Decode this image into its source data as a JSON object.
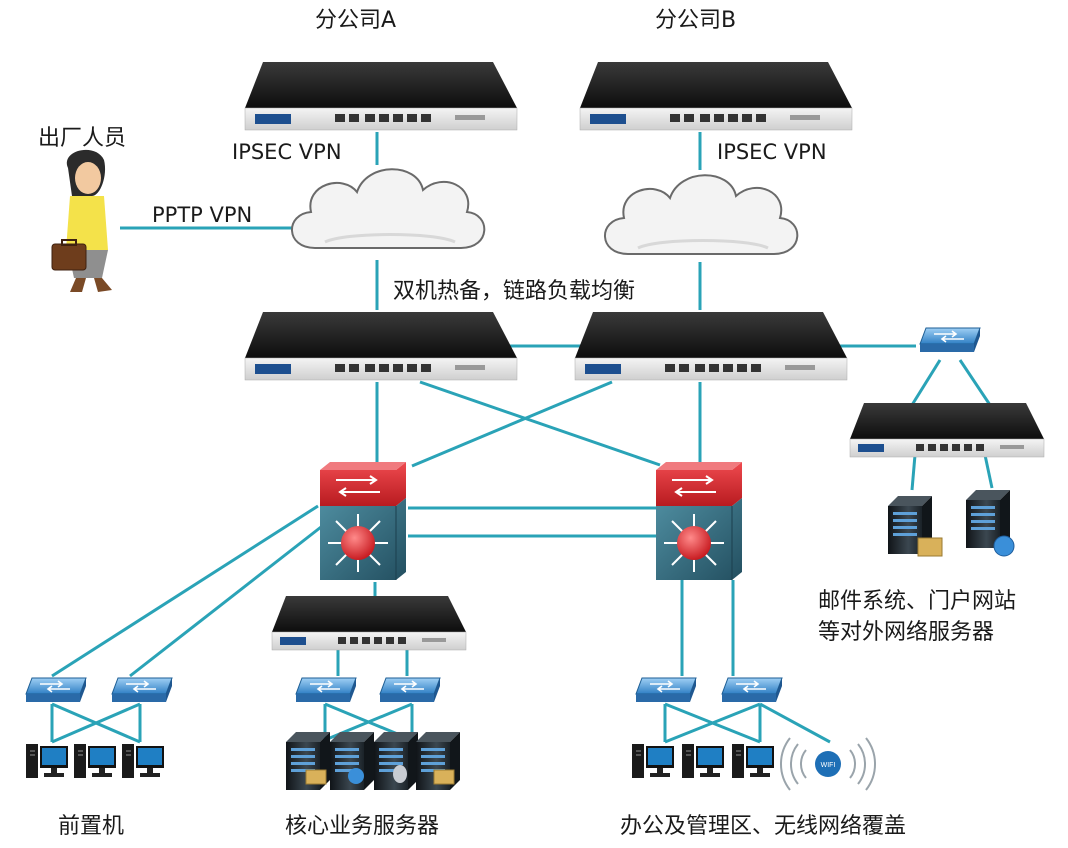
{
  "labels": {
    "branch_a": "分公司A",
    "branch_b": "分公司B",
    "traveler": "出厂人员",
    "ipsec_left": "IPSEC VPN",
    "ipsec_right": "IPSEC VPN",
    "pptp": "PPTP VPN",
    "ha_balance": "双机热备，链路负载均衡",
    "external_servers_line1": "邮件系统、门户网站",
    "external_servers_line2": "等对外网络服务器",
    "front_machines": "前置机",
    "core_servers": "核心业务服务器",
    "office_wireless": "办公及管理区、无线网络覆盖",
    "wifi": "WIFI"
  },
  "colors": {
    "link": "#2aa3b7",
    "device_top": "#1b1b1b",
    "core_red": "#d8262c",
    "core_teal": "#2f6f83",
    "switch_blue": "#3d8fd6"
  },
  "icons": [
    "gateway-device-icon",
    "cloud-icon",
    "person-with-briefcase-icon",
    "core-switch-icon",
    "access-switch-icon",
    "desktop-computer-icon",
    "server-tower-icon",
    "wifi-signal-icon"
  ]
}
